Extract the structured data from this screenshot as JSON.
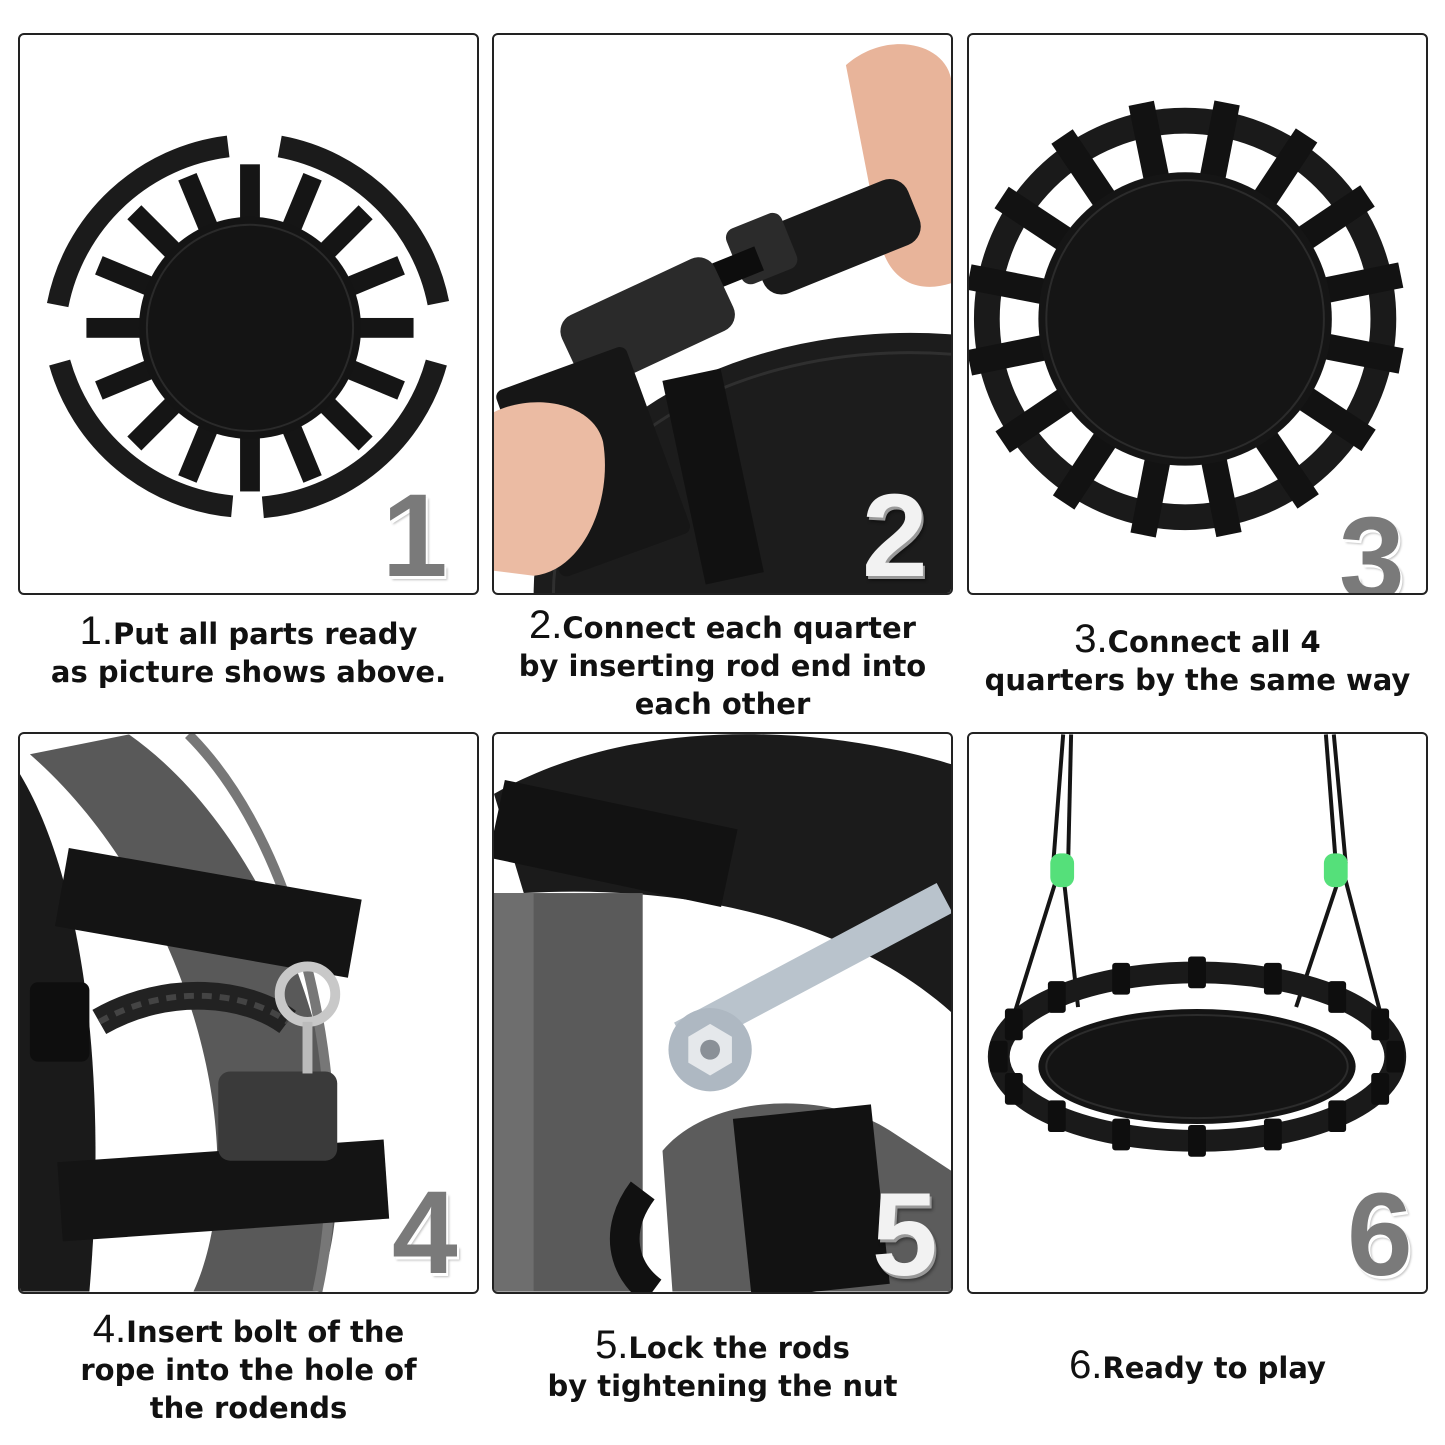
{
  "steps": [
    {
      "number": "1",
      "caption_num": "1.",
      "caption_lines": [
        "Put all parts ready",
        "as picture shows above."
      ]
    },
    {
      "number": "2",
      "caption_num": "2.",
      "caption_lines": [
        "Connect each quarter",
        "by inserting rod end into",
        "each other"
      ]
    },
    {
      "number": "3",
      "caption_num": "3.",
      "caption_lines": [
        "Connect all 4",
        "quarters by the same way"
      ]
    },
    {
      "number": "4",
      "caption_num": "4.",
      "caption_lines": [
        "Insert bolt of the",
        "rope into the hole of",
        "the rodends"
      ]
    },
    {
      "number": "5",
      "caption_num": "5.",
      "caption_lines": [
        "Lock the rods",
        "by tightening the nut"
      ]
    },
    {
      "number": "6",
      "caption_num": "6.",
      "caption_lines": [
        "Ready to play"
      ]
    }
  ],
  "colors": {
    "frame": "#1a1a1a",
    "tube_grey": "#555555",
    "accent_green": "#55e07a",
    "numeral_grey": "#7a7a7a"
  }
}
